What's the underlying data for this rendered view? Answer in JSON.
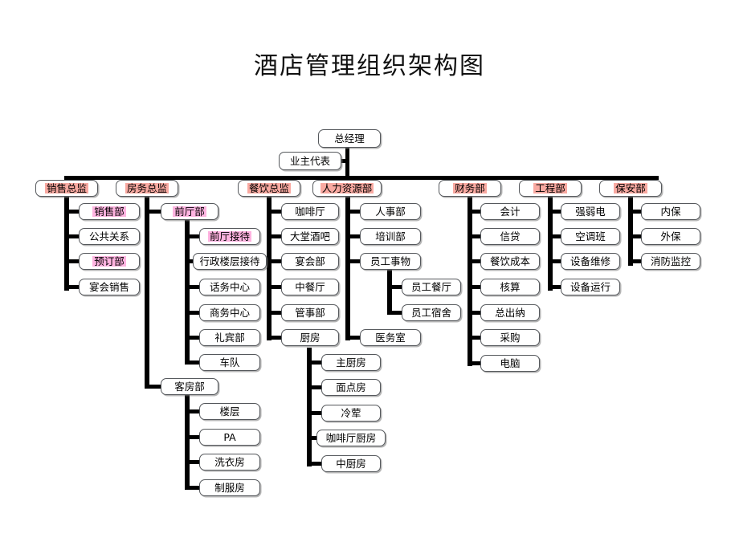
{
  "page": {
    "title": "酒店管理组织架构图",
    "highlight_strong_color": "#f9a9a1",
    "highlight_soft_color": "#ffb3e0",
    "box_border_color": "#55585c",
    "line_color": "#000000",
    "background": "#ffffff"
  },
  "chart_data": {
    "type": "diagram",
    "title": "酒店管理组织架构图",
    "root": "总经理",
    "nodes": {
      "general_manager": {
        "label": "总经理",
        "highlight": "none"
      },
      "owner_rep": {
        "label": "业主代表",
        "highlight": "none"
      },
      "sales_director": {
        "label": "销售总监",
        "highlight": "strong"
      },
      "rooms_director": {
        "label": "房务总监",
        "highlight": "strong"
      },
      "fb_director": {
        "label": "餐饮总监",
        "highlight": "strong"
      },
      "hr_dept": {
        "label": "人力资源部",
        "highlight": "strong"
      },
      "finance_dept": {
        "label": "财务部",
        "highlight": "strong"
      },
      "engineering_dept": {
        "label": "工程部",
        "highlight": "strong"
      },
      "security_dept": {
        "label": "保安部",
        "highlight": "strong"
      },
      "sales_1": {
        "label": "销售部",
        "highlight": "soft"
      },
      "sales_2": {
        "label": "公共关系",
        "highlight": "none"
      },
      "sales_3": {
        "label": "预订部",
        "highlight": "soft"
      },
      "sales_4": {
        "label": "宴会销售",
        "highlight": "none"
      },
      "front_office": {
        "label": "前厅部",
        "highlight": "soft"
      },
      "fo_1": {
        "label": "前厅接待",
        "highlight": "soft"
      },
      "fo_2": {
        "label": "行政楼层接待",
        "highlight": "none"
      },
      "fo_3": {
        "label": "话务中心",
        "highlight": "none"
      },
      "fo_4": {
        "label": "商务中心",
        "highlight": "none"
      },
      "fo_5": {
        "label": "礼宾部",
        "highlight": "none"
      },
      "fo_6": {
        "label": "车队",
        "highlight": "none"
      },
      "housekeeping": {
        "label": "客房部",
        "highlight": "none"
      },
      "hk_1": {
        "label": "楼层",
        "highlight": "none"
      },
      "hk_2": {
        "label": "PA",
        "highlight": "none"
      },
      "hk_3": {
        "label": "洗衣房",
        "highlight": "none"
      },
      "hk_4": {
        "label": "制服房",
        "highlight": "none"
      },
      "fb_1": {
        "label": "咖啡厅",
        "highlight": "none"
      },
      "fb_2": {
        "label": "大堂酒吧",
        "highlight": "none"
      },
      "fb_3": {
        "label": "宴会部",
        "highlight": "none"
      },
      "fb_4": {
        "label": "中餐厅",
        "highlight": "none"
      },
      "fb_5": {
        "label": "管事部",
        "highlight": "none"
      },
      "kitchen": {
        "label": "厨房",
        "highlight": "none"
      },
      "kt_1": {
        "label": "主厨房",
        "highlight": "none"
      },
      "kt_2": {
        "label": "面点房",
        "highlight": "none"
      },
      "kt_3": {
        "label": "冷荤",
        "highlight": "none"
      },
      "kt_4": {
        "label": "咖啡厅厨房",
        "highlight": "none"
      },
      "kt_5": {
        "label": "中厨房",
        "highlight": "none"
      },
      "hr_1": {
        "label": "人事部",
        "highlight": "none"
      },
      "hr_2": {
        "label": "培训部",
        "highlight": "none"
      },
      "staff_affairs": {
        "label": "员工事物",
        "highlight": "none"
      },
      "sa_1": {
        "label": "员工餐厅",
        "highlight": "none"
      },
      "sa_2": {
        "label": "员工宿舍",
        "highlight": "none"
      },
      "hr_4": {
        "label": "医务室",
        "highlight": "none"
      },
      "fin_1": {
        "label": "会计",
        "highlight": "none"
      },
      "fin_2": {
        "label": "信贷",
        "highlight": "none"
      },
      "fin_3": {
        "label": "餐饮成本",
        "highlight": "none"
      },
      "fin_4": {
        "label": "核算",
        "highlight": "none"
      },
      "fin_5": {
        "label": "总出纳",
        "highlight": "none"
      },
      "fin_6": {
        "label": "采购",
        "highlight": "none"
      },
      "fin_7": {
        "label": "电脑",
        "highlight": "none"
      },
      "eng_1": {
        "label": "强弱电",
        "highlight": "none"
      },
      "eng_2": {
        "label": "空调班",
        "highlight": "none"
      },
      "eng_3": {
        "label": "设备维修",
        "highlight": "none"
      },
      "eng_4": {
        "label": "设备运行",
        "highlight": "none"
      },
      "sec_1": {
        "label": "内保",
        "highlight": "none"
      },
      "sec_2": {
        "label": "外保",
        "highlight": "none"
      },
      "sec_3": {
        "label": "消防监控",
        "highlight": "none"
      }
    },
    "hierarchy": {
      "总经理": [
        "业主代表",
        "销售总监",
        "房务总监",
        "餐饮总监",
        "人力资源部",
        "财务部",
        "工程部",
        "保安部"
      ],
      "销售总监": [
        "销售部",
        "公共关系",
        "预订部",
        "宴会销售"
      ],
      "房务总监": [
        "前厅部",
        "客房部"
      ],
      "前厅部": [
        "前厅接待",
        "行政楼层接待",
        "话务中心",
        "商务中心",
        "礼宾部",
        "车队"
      ],
      "客房部": [
        "楼层",
        "PA",
        "洗衣房",
        "制服房"
      ],
      "餐饮总监": [
        "咖啡厅",
        "大堂酒吧",
        "宴会部",
        "中餐厅",
        "管事部",
        "厨房"
      ],
      "厨房": [
        "主厨房",
        "面点房",
        "冷荤",
        "咖啡厅厨房",
        "中厨房"
      ],
      "人力资源部": [
        "人事部",
        "培训部",
        "员工事物",
        "医务室"
      ],
      "员工事物": [
        "员工餐厅",
        "员工宿舍"
      ],
      "财务部": [
        "会计",
        "信贷",
        "餐饮成本",
        "核算",
        "总出纳",
        "采购",
        "电脑"
      ],
      "工程部": [
        "强弱电",
        "空调班",
        "设备维修",
        "设备运行"
      ],
      "保安部": [
        "内保",
        "外保",
        "消防监控"
      ]
    }
  }
}
